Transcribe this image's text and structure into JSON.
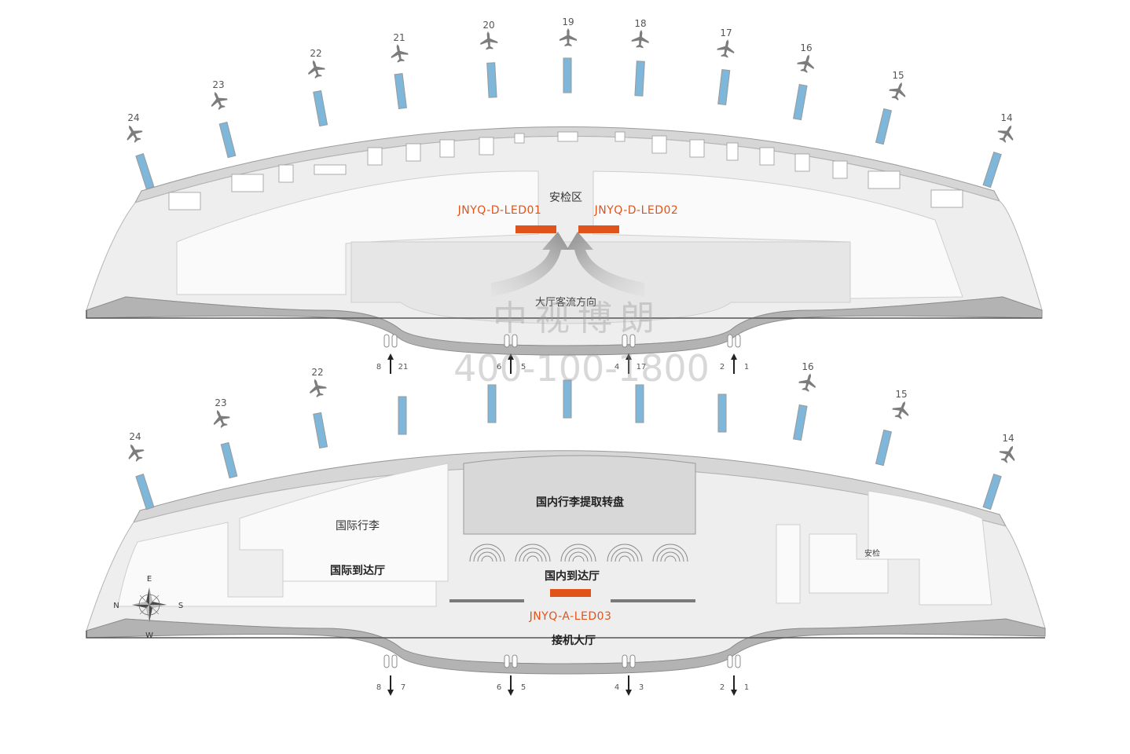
{
  "colors": {
    "led_accent": "#e0541c",
    "floor": "#ececec",
    "wall": "#a9a9a9",
    "jet_bridge": "#7eb7d9",
    "plane": "#7c7c7c"
  },
  "upper_level": {
    "gates": [
      "24",
      "23",
      "22",
      "21",
      "20",
      "19",
      "18",
      "17",
      "16",
      "15",
      "14"
    ],
    "areas": {
      "security": "安检区",
      "flow": "大厅客流方向"
    },
    "leds": [
      {
        "id": "JNYQ-D-LED01"
      },
      {
        "id": "JNYQ-D-LED02"
      }
    ],
    "doors": [
      {
        "left": "8",
        "right": "21",
        "icon": "arrow-up-icon"
      },
      {
        "left": "6",
        "right": "5",
        "icon": "arrow-up-icon"
      },
      {
        "left": "4",
        "right": "17",
        "icon": "arrow-up-icon"
      },
      {
        "left": "2",
        "right": "1",
        "icon": "arrow-up-icon"
      }
    ]
  },
  "lower_level": {
    "gates": [
      "24",
      "23",
      "22",
      "16",
      "15",
      "14"
    ],
    "areas": {
      "intl_baggage": "国际行李",
      "intl_arrivals": "国际到达厅",
      "dom_baggage": "国内行李提取转盘",
      "dom_arrivals": "国内到达厅",
      "security": "安检",
      "pickup_hall": "接机大厅"
    },
    "leds": [
      {
        "id": "JNYQ-A-LED03"
      }
    ],
    "doors": [
      {
        "left": "8",
        "right": "7",
        "icon": "arrow-down-icon"
      },
      {
        "left": "6",
        "right": "5",
        "icon": "arrow-down-icon"
      },
      {
        "left": "4",
        "right": "3",
        "icon": "arrow-down-icon"
      },
      {
        "left": "2",
        "right": "1",
        "icon": "arrow-down-icon"
      }
    ]
  },
  "compass": {
    "e": "E",
    "w": "W",
    "n": "N",
    "s": "S",
    "icon": "compass-rose-icon"
  },
  "watermark": {
    "name": "中视博朗",
    "phone": "400-100-1800"
  }
}
